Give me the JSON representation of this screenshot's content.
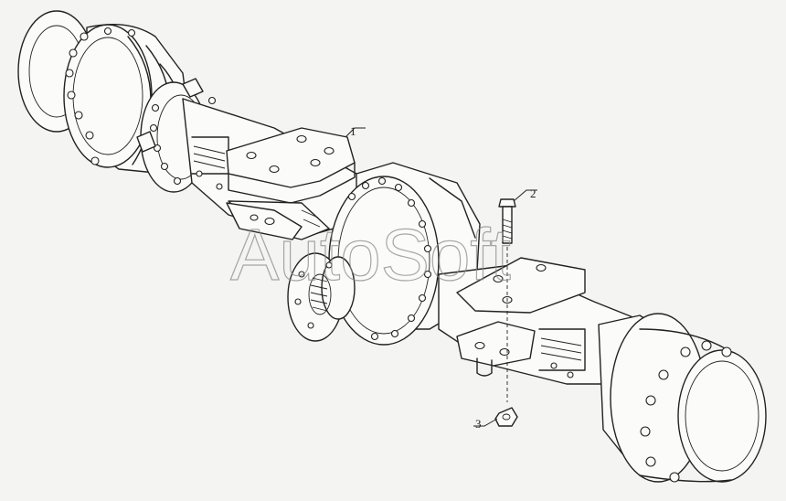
{
  "diagram": {
    "callouts": [
      {
        "label": "1",
        "part": "axle-mount-bracket"
      },
      {
        "label": "2",
        "part": "bolt"
      },
      {
        "label": "3",
        "part": "nut"
      }
    ]
  },
  "watermark": {
    "text": "AutoSoft"
  }
}
